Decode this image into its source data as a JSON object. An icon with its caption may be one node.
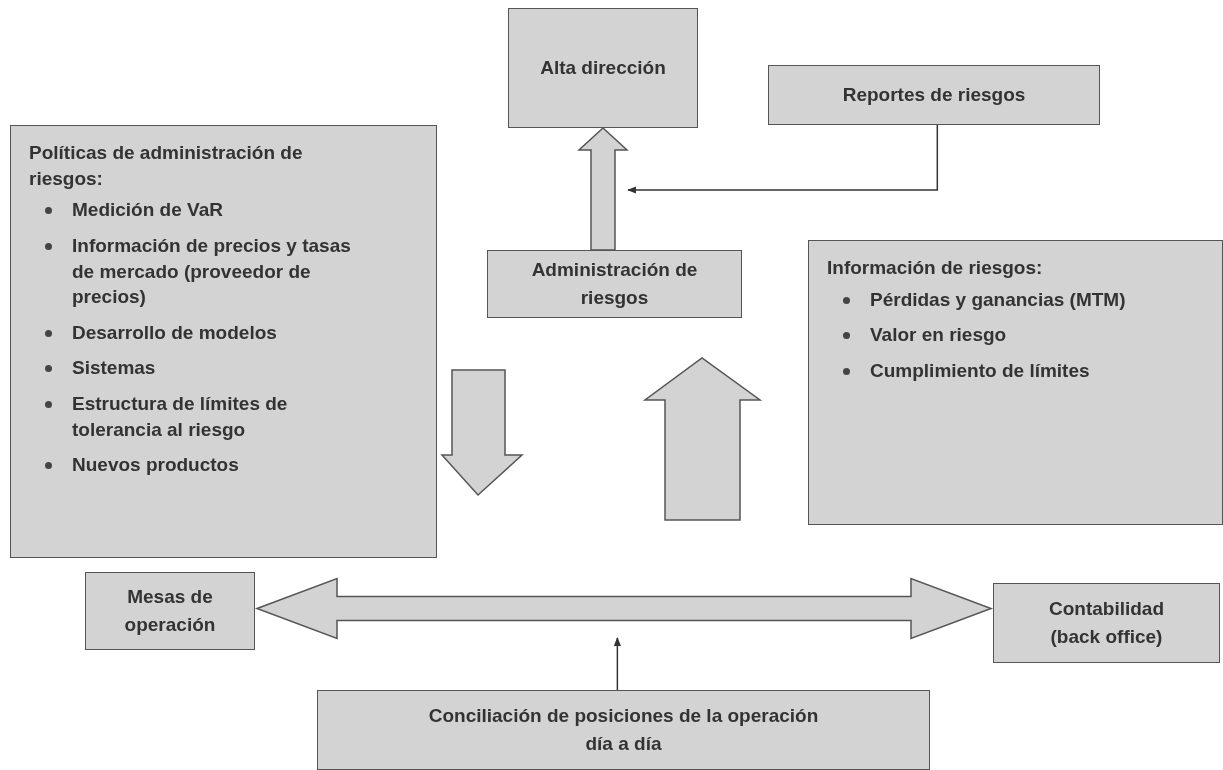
{
  "diagram": {
    "nodes": [
      {
        "text": [
          "Alta dirección"
        ]
      },
      {
        "text": [
          "Reportes de riesgos"
        ]
      },
      {
        "text": [
          "Políticas de administración de riesgos:",
          "Medición de VaR",
          "Información de precios y tasas de mercado (proveedor de precios)",
          "Desarrollo de modelos",
          "Sistemas",
          "Estructura de límites de tolerancia al riesgo",
          "Nuevos productos"
        ]
      },
      {
        "text": [
          "Administración de riesgos"
        ]
      },
      {
        "text": [
          "Información de riesgos:",
          "Pérdidas y ganancias (MTM)",
          "Valor en riesgo",
          "Cumplimiento de límites"
        ]
      },
      {
        "text": [
          "Mesas de operación"
        ]
      },
      {
        "text": [
          "Contabilidad (back office)"
        ]
      },
      {
        "text": [
          "Conciliación de posiciones de la operación día a día"
        ]
      }
    ],
    "edges": [
      {
        "from": 3,
        "to": 0,
        "arrow": "to",
        "style": "thick"
      },
      {
        "from": 1,
        "to": null,
        "arrow": "to"
      },
      {
        "from": 5,
        "to": 6,
        "arrow": "both",
        "style": "thick"
      },
      {
        "from": 7,
        "to": null,
        "arrow": "to"
      }
    ]
  }
}
